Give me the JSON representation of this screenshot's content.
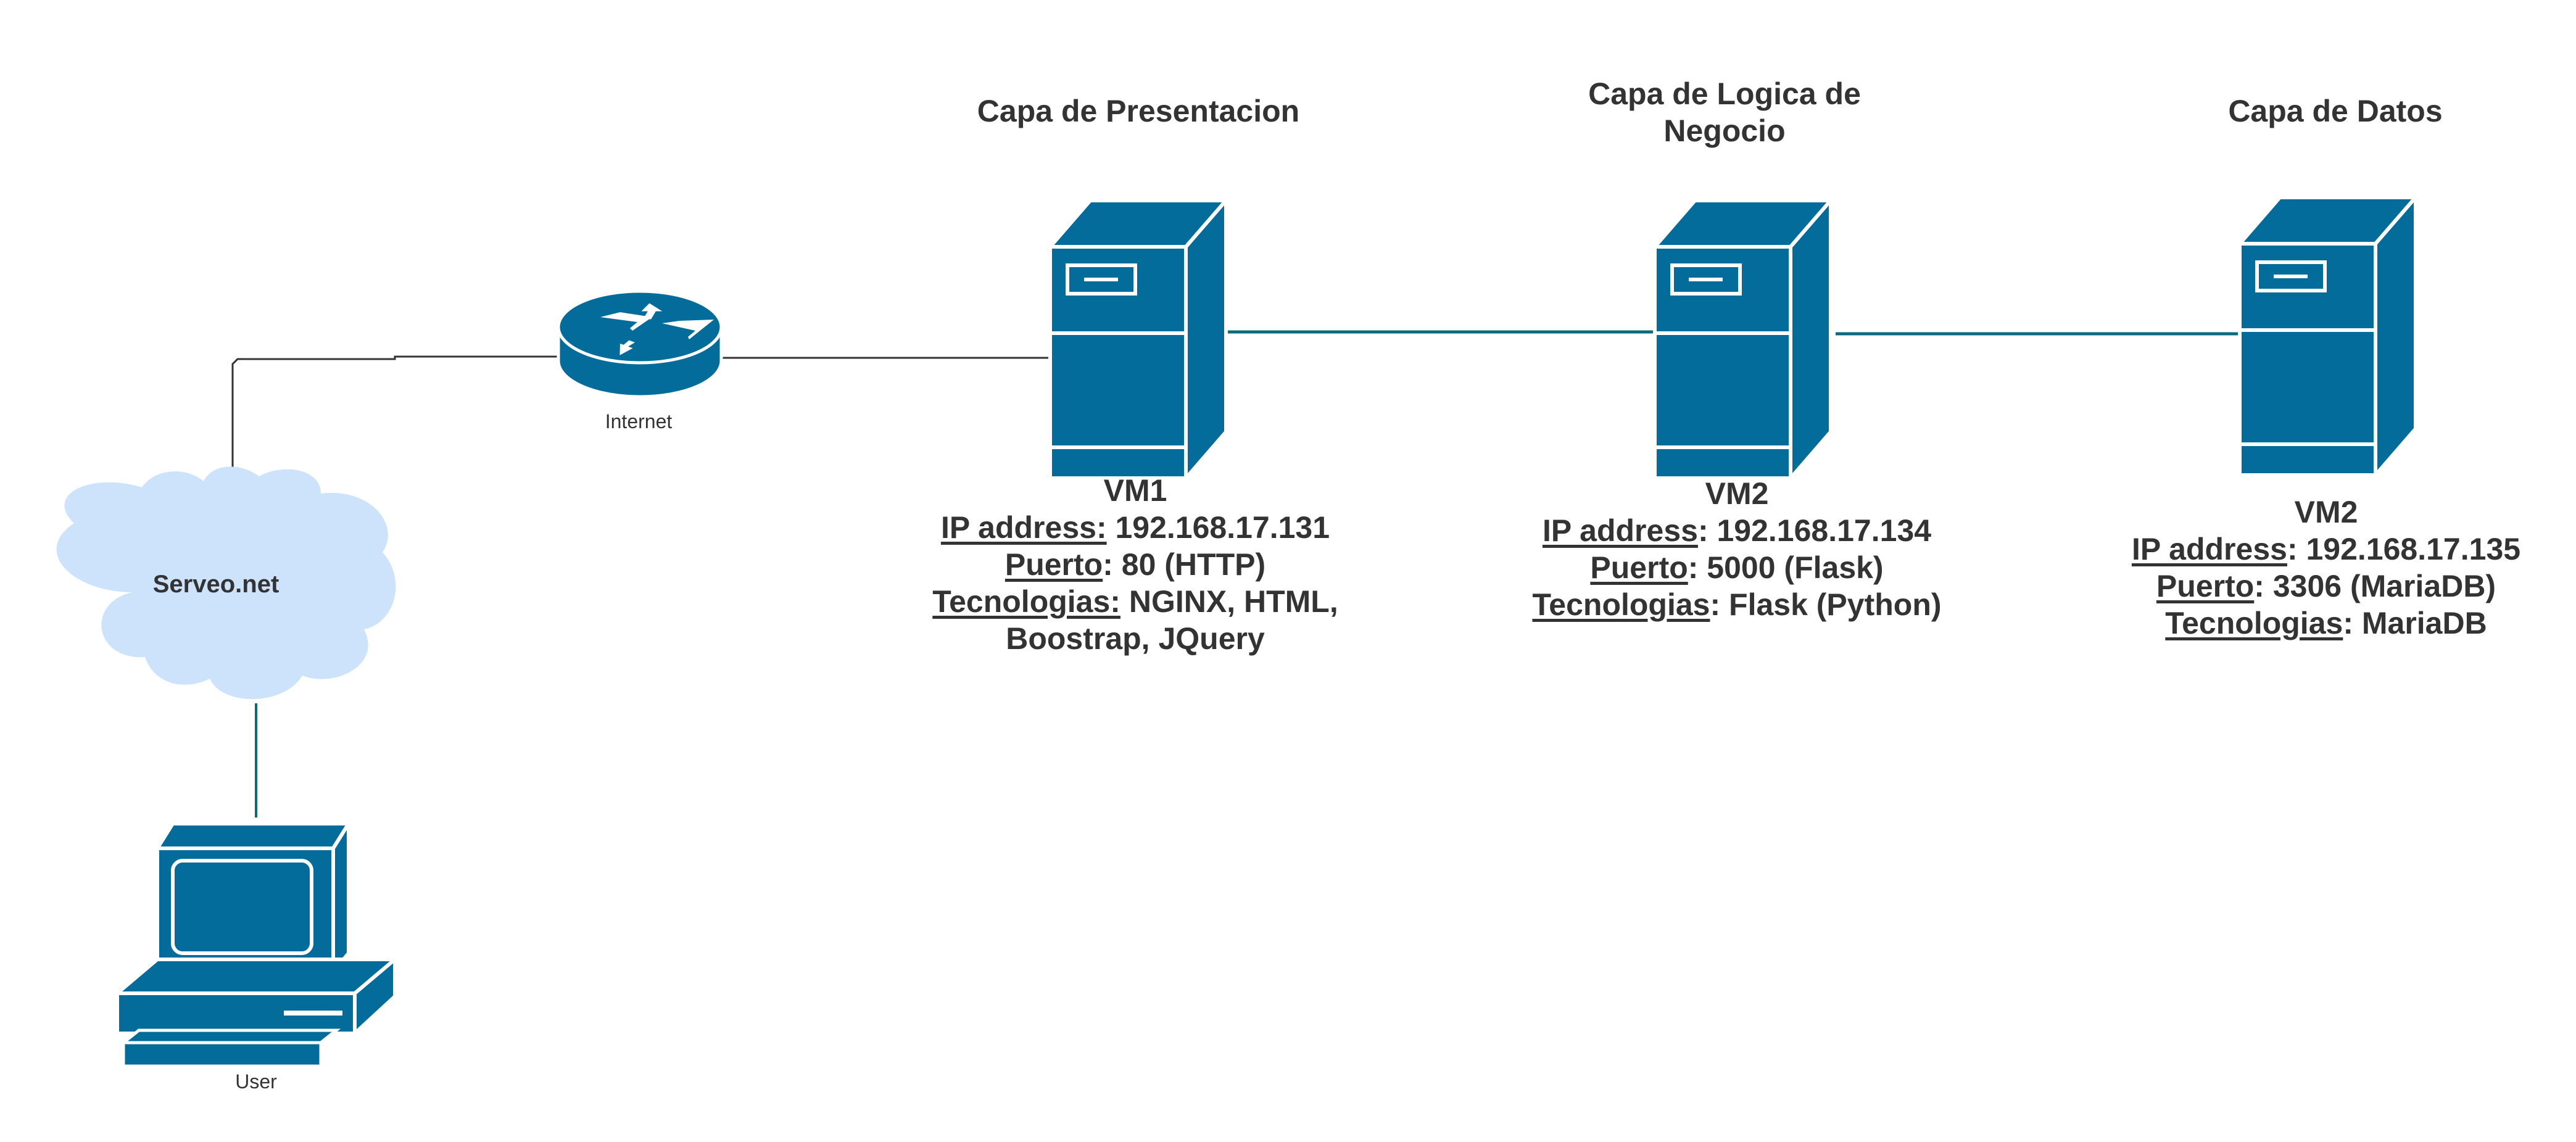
{
  "colors": {
    "device_fill": "#036C9B",
    "device_stroke": "#ffffff",
    "link_teal": "#0a6b7c",
    "link_dark": "#333333",
    "cloud_fill": "#CCE3FB",
    "text": "#333333"
  },
  "layers": {
    "presentation": "Capa de Presentacion",
    "logic": "Capa de Logica de Negocio",
    "data": "Capa de Datos"
  },
  "nodes": {
    "router": {
      "icon": "router-icon",
      "label": "Internet"
    },
    "cloud": {
      "icon": "cloud-icon",
      "label": "Serveo.net"
    },
    "user": {
      "icon": "computer-icon",
      "label": "User"
    }
  },
  "servers": [
    {
      "name": "VM1",
      "ip_key": "IP address:",
      "ip_value": " 192.168.17.131",
      "port_key": "Puerto",
      "port_value": ": 80 (HTTP)",
      "tech_key": "Tecnologias:",
      "tech_value_1": " NGINX, HTML,",
      "tech_value_2": "Boostrap, JQuery"
    },
    {
      "name": "VM2",
      "ip_key": "IP address",
      "ip_value": ": 192.168.17.134",
      "port_key": "Puerto",
      "port_value": ": 5000 (Flask)",
      "tech_key": "Tecnologias",
      "tech_value": ": Flask (Python)"
    },
    {
      "name": "VM2",
      "ip_key": "IP address",
      "ip_value": ": 192.168.17.135",
      "port_key": "Puerto",
      "port_value": ": 3306 (MariaDB)",
      "tech_key": "Tecnologias",
      "tech_value": ": MariaDB"
    }
  ]
}
